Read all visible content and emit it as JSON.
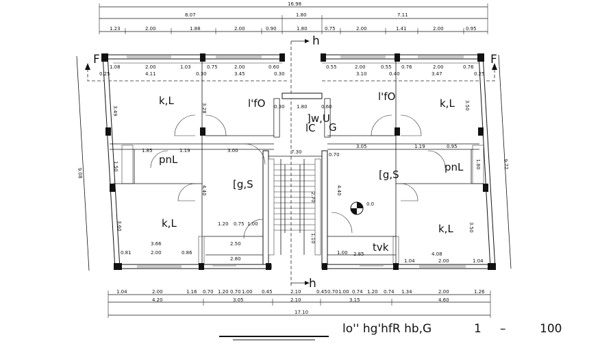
{
  "top_dims": {
    "total": "16.98",
    "row2": [
      "8.07",
      "1.80",
      "7.11"
    ],
    "row3": [
      "1.23",
      "2.00",
      "1.88",
      "2.00",
      "0.90",
      "1.80",
      "0.75",
      "2.00",
      "1.41",
      "2.00",
      "0.95"
    ]
  },
  "bottom_dims": {
    "row1": [
      "1.04",
      "2.00",
      "1.16",
      "0.70",
      "1.20",
      "0.70",
      "1.00",
      "0.45",
      "2.10",
      "0.45",
      "0.70",
      "1.00",
      "0.74",
      "1.20",
      "0.74",
      "1.34",
      "2.00",
      "1.26"
    ],
    "row2": [
      "4.20",
      "3.05",
      "2.10",
      "3.15",
      "4.60"
    ],
    "total": "17.10"
  },
  "side_dims": {
    "left": "9.08",
    "right": "9.72"
  },
  "rooms": {
    "bed_tl": "k,L",
    "bed_tr": "k,L",
    "bed_bl": "k,L",
    "bed_br": "k,L",
    "office_l": "l'fO",
    "office_r": "l'fO",
    "living_l": "[g,S",
    "living_r": "[g,S",
    "bath_l": "pnL",
    "bath_r": "pnL",
    "wc": "]w,U",
    "lift": "lC",
    "lift2": "G",
    "tvk": "tvk"
  },
  "section_marks": {
    "section_h": "h",
    "section_f": "F"
  },
  "level_marker": "0.0",
  "interior_dims": {
    "r1": [
      "1.08",
      "2.00",
      "1.03",
      "0.75",
      "2.00",
      "0.60",
      "0.55",
      "2.00",
      "0.55",
      "0.76",
      "2.00",
      "0.76"
    ],
    "r2": [
      "0.25",
      "4.11",
      "0.30",
      "3.45",
      "0.30",
      "3.10",
      "0.40",
      "3.47",
      "0.25"
    ],
    "mid": [
      "1.85",
      "1.19",
      "3.00",
      "7.30",
      "3.05",
      "1.19",
      "0.95"
    ],
    "vert": [
      "3.49",
      "3.28",
      "3.50",
      "4.40",
      "4.40",
      "3.60",
      "3.50",
      "2.70",
      "1.50",
      "1.80",
      "1.10"
    ],
    "low": [
      "1.20",
      "0.75",
      "1.00",
      "2.50",
      "2.80",
      "2.85",
      "3.66",
      "2.00",
      "0.81",
      "0.86",
      "4.08",
      "2.00",
      "1.04",
      "1.04",
      "1.80",
      "0.30",
      "1.00",
      "0.60",
      "0.70"
    ]
  },
  "title": {
    "text": "lo'' hg'hfR hb,G",
    "scale_a": "1",
    "dash": "–",
    "scale_b": "100"
  }
}
